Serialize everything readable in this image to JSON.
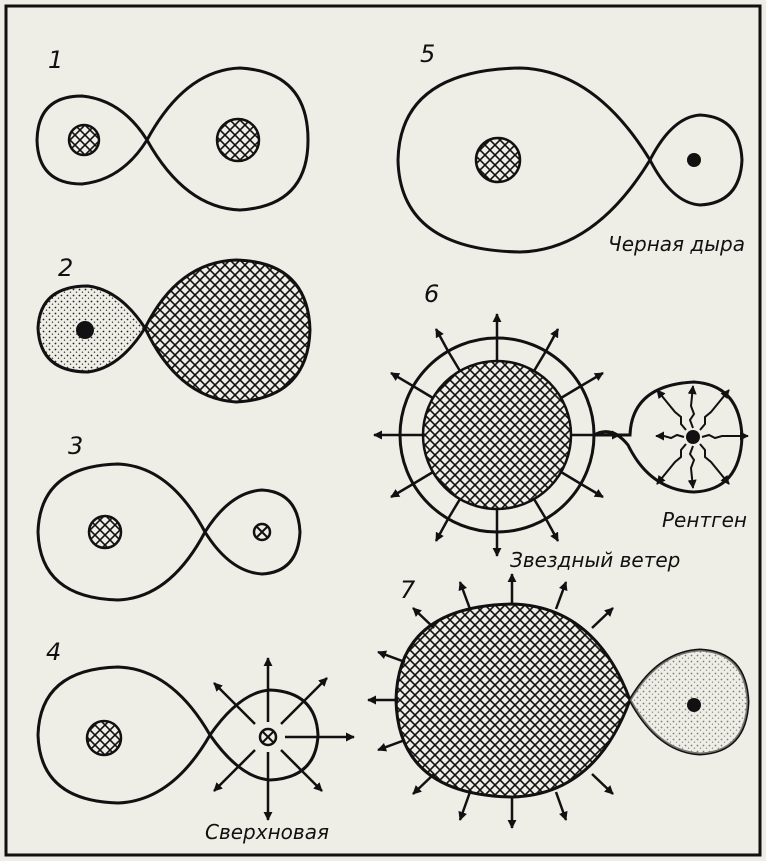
{
  "panels": [
    {
      "number": "1"
    },
    {
      "number": "2"
    },
    {
      "number": "3"
    },
    {
      "number": "4",
      "caption": "Сверхновая"
    },
    {
      "number": "5",
      "caption": "Черная дыра"
    },
    {
      "number": "6",
      "captions": [
        "Рентген",
        "Звездный ветер"
      ]
    },
    {
      "number": "7"
    }
  ],
  "colors": {
    "ink": "#111111",
    "paper": "#eeede6"
  }
}
